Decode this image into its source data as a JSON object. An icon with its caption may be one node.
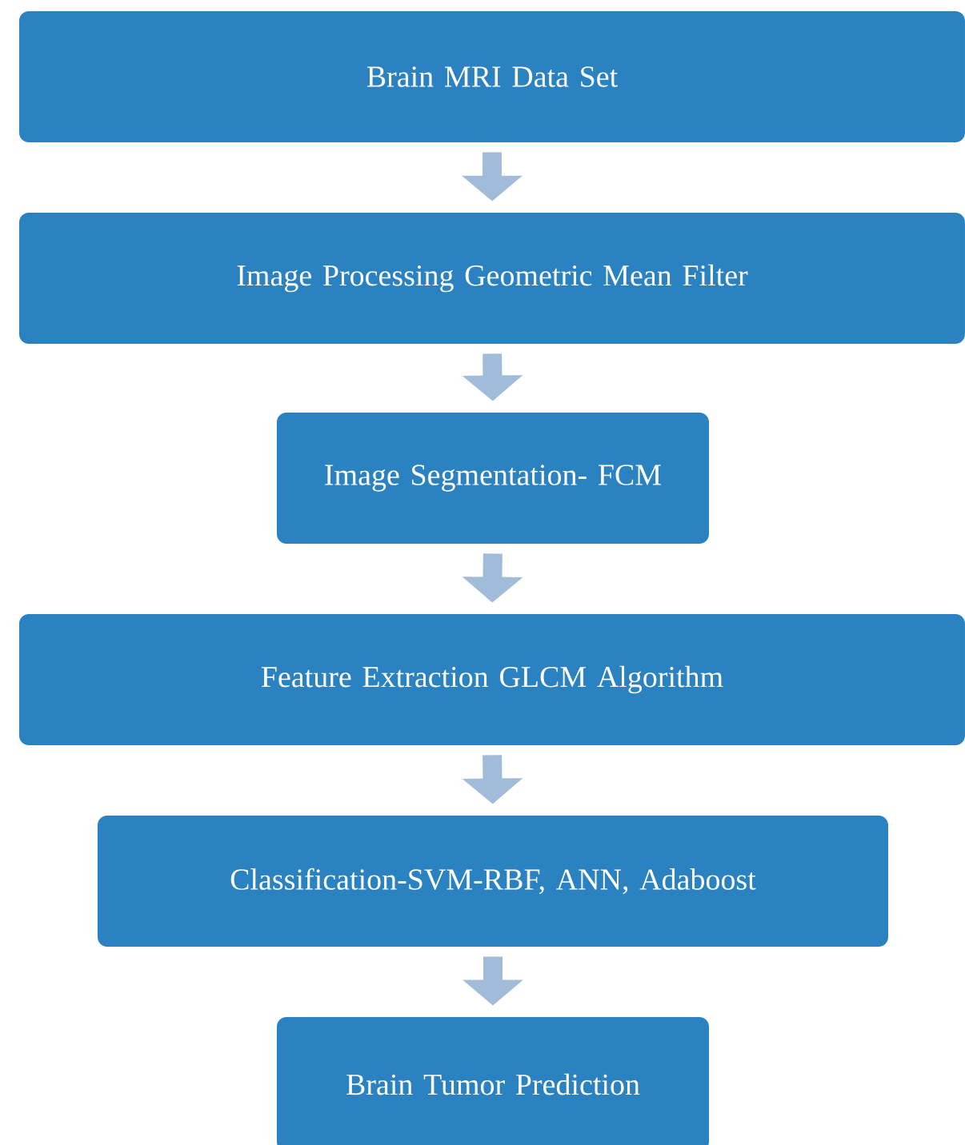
{
  "diagram": {
    "nodes": [
      {
        "text": [
          "Brain MRI Data Set"
        ]
      },
      {
        "text": [
          "Image Processing Geometric Mean Filter"
        ]
      },
      {
        "text": [
          "Image Segmentation- FCM"
        ]
      },
      {
        "text": [
          "Feature Extraction GLCM Algorithm"
        ]
      },
      {
        "text": [
          "Classification-SVM-RBF, ANN, Adaboost"
        ]
      },
      {
        "text": [
          "Brain Tumor Prediction"
        ]
      }
    ],
    "edges": [
      {
        "from": 0,
        "to": 1,
        "arrow": "to"
      },
      {
        "from": 1,
        "to": 2,
        "arrow": "to"
      },
      {
        "from": 2,
        "to": 3,
        "arrow": "to"
      },
      {
        "from": 3,
        "to": 4,
        "arrow": "to"
      },
      {
        "from": 4,
        "to": 5,
        "arrow": "to"
      }
    ]
  }
}
